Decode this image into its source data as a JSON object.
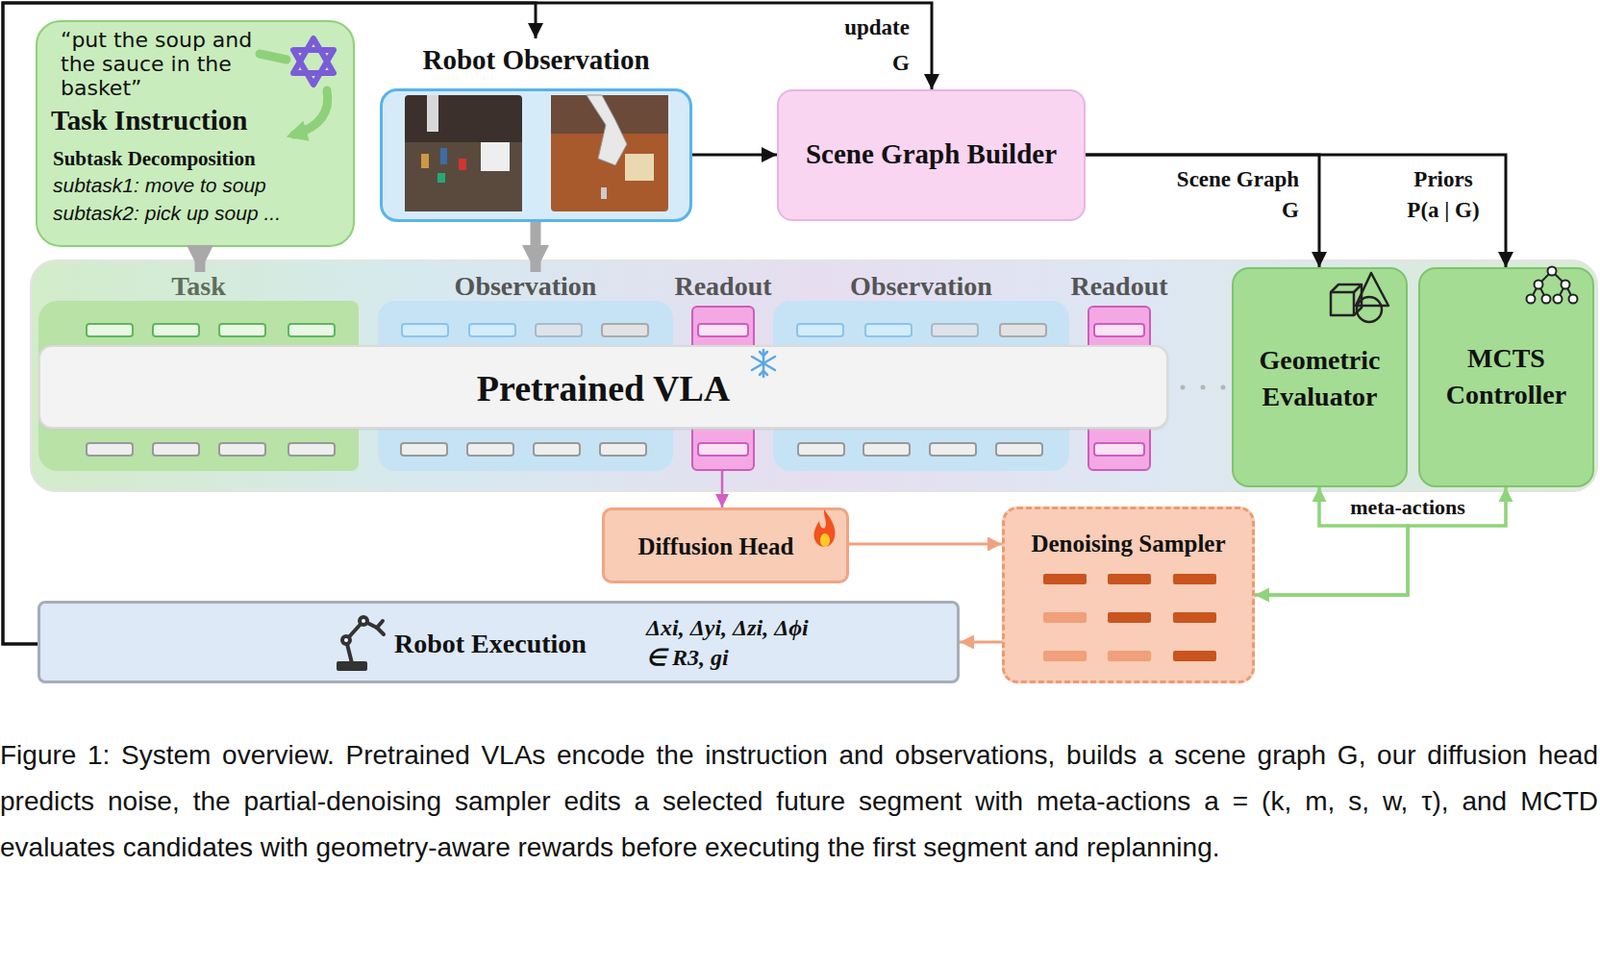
{
  "diagram": {
    "caption": "Figure 1: System overview. Pretrained VLAs encode the instruction and observations, builds a scene graph G, our diffusion head predicts noise, the partial-denoising sampler edits a selected future segment with meta-actions a = (k, m, s, w, τ), and MCTD evaluates candidates with geometry-aware rewards before executing the first segment and replanning.",
    "nodes": [
      {
        "text": [
          "“put the soup and the sauce in the basket”",
          "Task Instruction",
          "Subtask Decomposition",
          "subtask1: move to soup",
          "subtask2: pick up soup ..."
        ]
      },
      {
        "text": [
          "Robot Observation"
        ]
      },
      {
        "text": [
          "Scene Graph Builder"
        ]
      },
      {
        "text": [
          "Task"
        ]
      },
      {
        "text": [
          "Observation"
        ]
      },
      {
        "text": [
          "Readout"
        ]
      },
      {
        "text": [
          "Observation"
        ]
      },
      {
        "text": [
          "Readout"
        ]
      },
      {
        "text": [
          "Pretrained VLA"
        ]
      },
      {
        "text": [
          "Geometric Evaluator"
        ]
      },
      {
        "text": [
          "MCTS Controller"
        ]
      },
      {
        "text": [
          "Diffusion Head"
        ]
      },
      {
        "text": [
          "Denoising Sampler"
        ]
      },
      {
        "text": [
          "Robot Execution",
          "Δxi, Δyi, Δzi, Δϕi ∈ R3, gi"
        ]
      }
    ],
    "edges": [
      {
        "from": 13,
        "to": 1,
        "arrow": "to"
      },
      {
        "from": 13,
        "to": 2,
        "label": "update G",
        "arrow": "to"
      },
      {
        "from": 1,
        "to": 2,
        "arrow": "to"
      },
      {
        "from": 2,
        "to": 9,
        "label": "Scene Graph G",
        "arrow": "to"
      },
      {
        "from": 2,
        "to": 10,
        "label": "Priors P(a | G)",
        "arrow": "to"
      },
      {
        "from": 0,
        "to": 3,
        "arrow": "to"
      },
      {
        "from": 1,
        "to": 4,
        "arrow": "to"
      },
      {
        "from": 5,
        "to": 11,
        "arrow": "to"
      },
      {
        "from": 11,
        "to": 12,
        "arrow": "to"
      },
      {
        "from": 12,
        "to": 13,
        "arrow": "to"
      },
      {
        "from": 10,
        "to": 12,
        "label": "meta-actions",
        "arrow": "both"
      },
      {
        "from": 12,
        "to": 9,
        "arrow": "to"
      }
    ]
  }
}
